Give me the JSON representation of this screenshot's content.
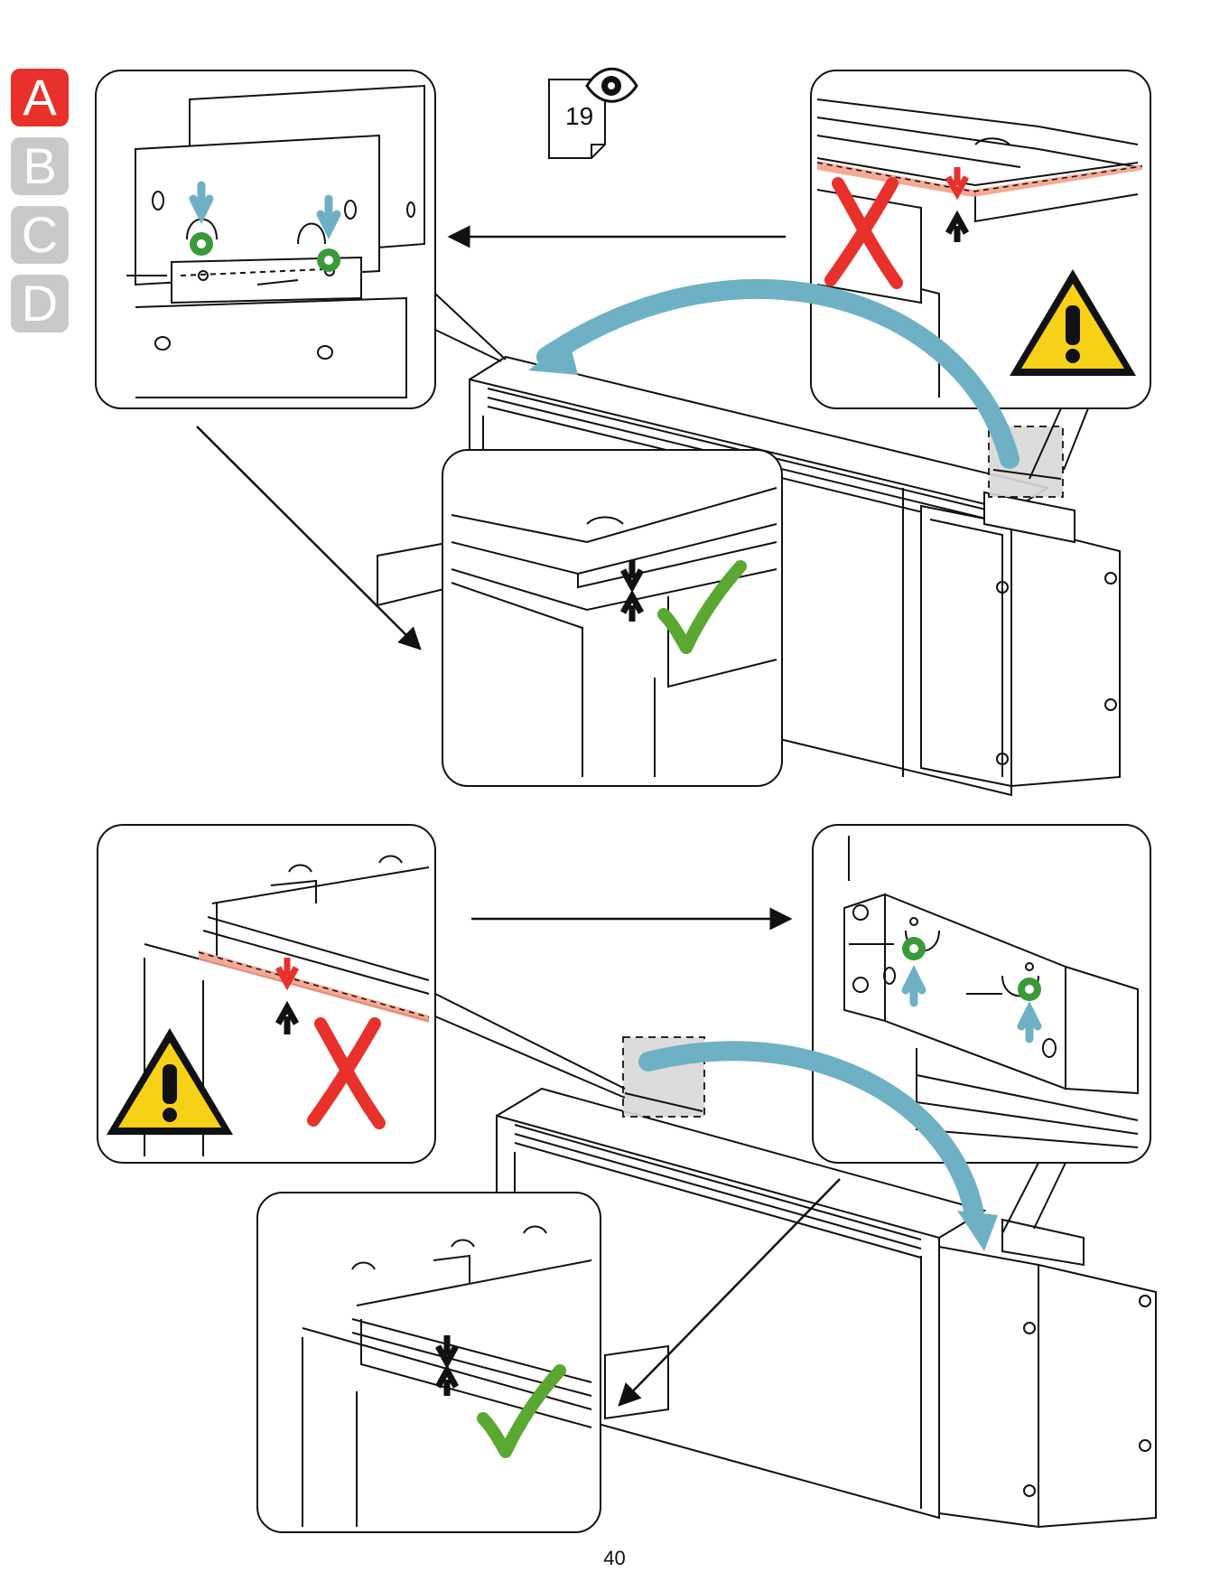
{
  "step_tabs": [
    {
      "letter": "A",
      "active": true
    },
    {
      "letter": "B",
      "active": false
    },
    {
      "letter": "C",
      "active": false
    },
    {
      "letter": "D",
      "active": false
    }
  ],
  "colors": {
    "tab_active": "#e8312b",
    "tab_inactive": "#c9c9c9",
    "cross_red": "#e8312b",
    "check_green": "#5aa832",
    "arrow_blue": "#6fb1c4",
    "washer_green": "#3a9a3a",
    "warning_yellow": "#f7d117",
    "highlight_salmon": "#f4a08a",
    "callout_gray": "#d9d9d9"
  },
  "reference": {
    "number": "19",
    "icon": "eye-icon"
  },
  "page_number": "40"
}
